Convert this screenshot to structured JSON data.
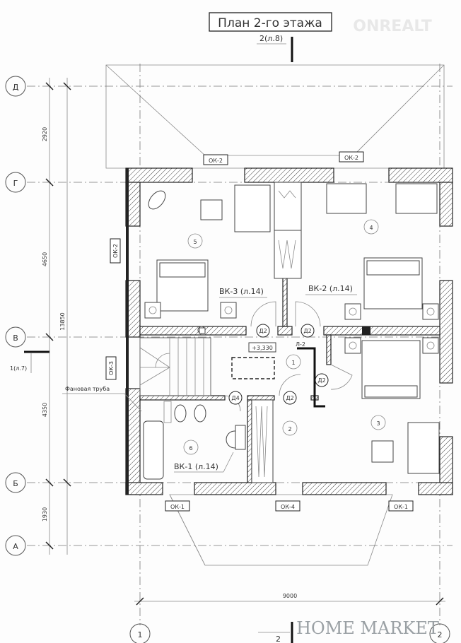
{
  "title": "План 2-го этажа",
  "section_marks": {
    "top": "2(л.8)",
    "left": "1(л.7)",
    "bottom": "2"
  },
  "axes": {
    "rows": [
      "Д",
      "Г",
      "В",
      "Б",
      "А"
    ],
    "cols": [
      "1",
      "2"
    ]
  },
  "dimensions": {
    "left": [
      "2920",
      "4650",
      "4350",
      "1930"
    ],
    "total": "13850",
    "bottom": "9000"
  },
  "windows": [
    "ОК-2",
    "ОК-2",
    "ОК-2",
    "ОК-3",
    "ОК-1",
    "ОК-4",
    "ОК-1"
  ],
  "doors": [
    "Д2",
    "Д2",
    "Д2",
    "Д4",
    "Д2"
  ],
  "rooms": [
    "1",
    "2",
    "3",
    "4",
    "5",
    "6"
  ],
  "level_mark": "+3,330",
  "stair_label": "Л-2",
  "plumbing": {
    "vk3": "ВК-3 (л.14)",
    "vk2": "ВК-2 (л.14)",
    "vk1": "ВК-1 (л.14)",
    "fan_pipe": "Фановая труба"
  },
  "watermarks": {
    "top": "ONREALT",
    "bottom": "HOME MARKET"
  }
}
